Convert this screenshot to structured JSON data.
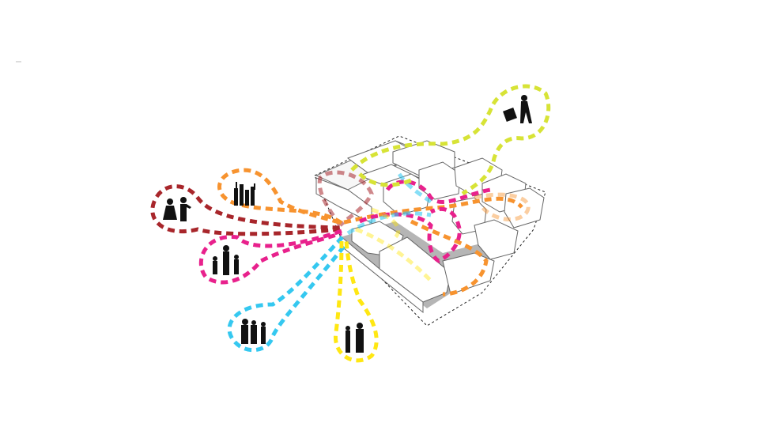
{
  "diagram": {
    "type": "axonometric-circulation-diagram",
    "routes": [
      {
        "id": "couple",
        "color": "#a8262b",
        "icon": "couple-silhouette-icon"
      },
      {
        "id": "group",
        "color": "#f7932f",
        "icon": "group-cheering-silhouette-icon"
      },
      {
        "id": "family",
        "color": "#e8218c",
        "icon": "family-silhouette-icon"
      },
      {
        "id": "elderly",
        "color": "#35c8f0",
        "icon": "elderly-group-silhouette-icon"
      },
      {
        "id": "pair",
        "color": "#ffe712",
        "icon": "pair-silhouette-icon"
      },
      {
        "id": "traveller",
        "color": "#d7e336",
        "icon": "traveller-trolley-silhouette-icon"
      }
    ]
  }
}
